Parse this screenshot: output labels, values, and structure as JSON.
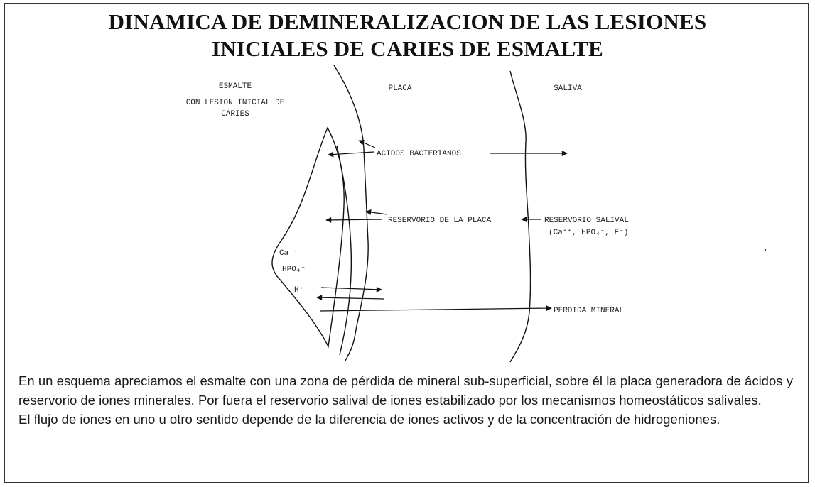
{
  "title": {
    "line1": "DINAMICA DE DEMINERALIZACION DE LAS LESIONES",
    "line2": "INICIALES DE CARIES DE ESMALTE"
  },
  "diagram": {
    "zone_esmalte": "ESMALTE",
    "zone_esmalte_sub1": "CON LESION INICIAL DE",
    "zone_esmalte_sub2": "CARIES",
    "zone_placa": "PLACA",
    "zone_saliva": "SALIVA",
    "acidos": "ACIDOS BACTERIANOS",
    "reservorio_placa": "RESERVORIO DE LA PLACA",
    "reservorio_salival": "RESERVORIO SALIVAL",
    "reservorio_salival_ions": "(Ca⁺⁺, HPO₄⁼, F⁻)",
    "ion_ca": "Ca⁺⁺",
    "ion_hpo": "HPO₄⁼",
    "ion_h": "H⁺",
    "perdida": "PERDIDA MINERAL"
  },
  "caption": {
    "paragraph1": "En un esquema apreciamos el esmalte con una zona de pérdida de mineral sub-superficial, sobre él la placa generadora de ácidos y reservorio de iones minerales. Por fuera el reservorio salival de iones estabilizado por los mecanismos homeostáticos salivales.",
    "paragraph2": "El flujo de iones en uno u otro sentido depende de la diferencia de iones activos y de la concentración de hidrogeniones."
  }
}
